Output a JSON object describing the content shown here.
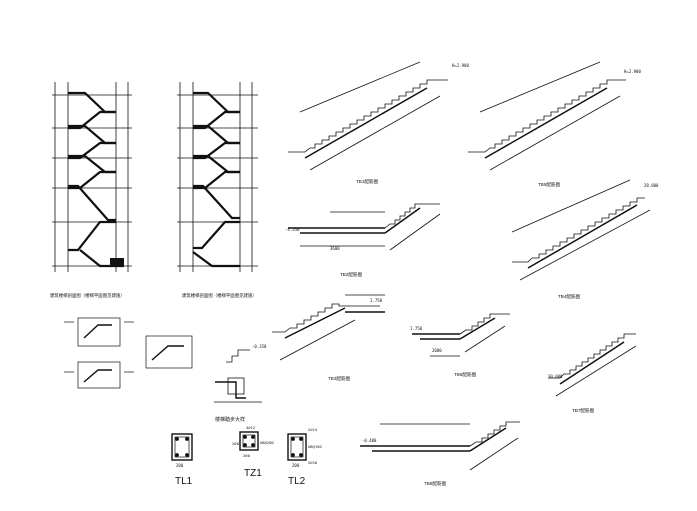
{
  "sections": {
    "section_a_caption": "建筑楼梯剖面图（楼梯平面图见建施）",
    "section_b_caption": "建筑楼梯剖面图（楼梯平面图见建施）"
  },
  "stair_details": {
    "tb1_title": "TB1配筋图",
    "tb2_title": "TB2配筋图",
    "tb3_title": "TB3配筋图",
    "tb4_title": "TB4配筋图",
    "tb5_title": "TB5配筋图",
    "tb6_title": "TB6配筋图",
    "tb7_title": "TB7配筋图",
    "tb8_title": "TB8配筋图",
    "node_detail_title": "楼梯踏步大样",
    "elev_tb1": "H=2.900",
    "elev_tb5": "H=2.900",
    "elev_tb2": "-4.350",
    "elev_tb4": "28.800",
    "elev_tb3": "1.750",
    "elev_tb6": "1.750",
    "elev_tb7": "30.000",
    "elev_tb8": "-0.400",
    "elev_node": "-0.350",
    "dim_tb2": "3600",
    "dim_tb6": "2000"
  },
  "members": {
    "tl1_label": "TL1",
    "tz1_label": "TZ1",
    "tl2_label": "TL2",
    "tl1_width": "200",
    "tz1_width": "200",
    "tz1_depth": "200",
    "tz1_top_bars": "4⌀12",
    "tz1_stirrups": "⌀8@200",
    "tl2_top_bars": "2⌀14",
    "tl2_bottom_bars": "2⌀16",
    "tl2_stirrups": "⌀8@150",
    "tl2_width": "200"
  }
}
